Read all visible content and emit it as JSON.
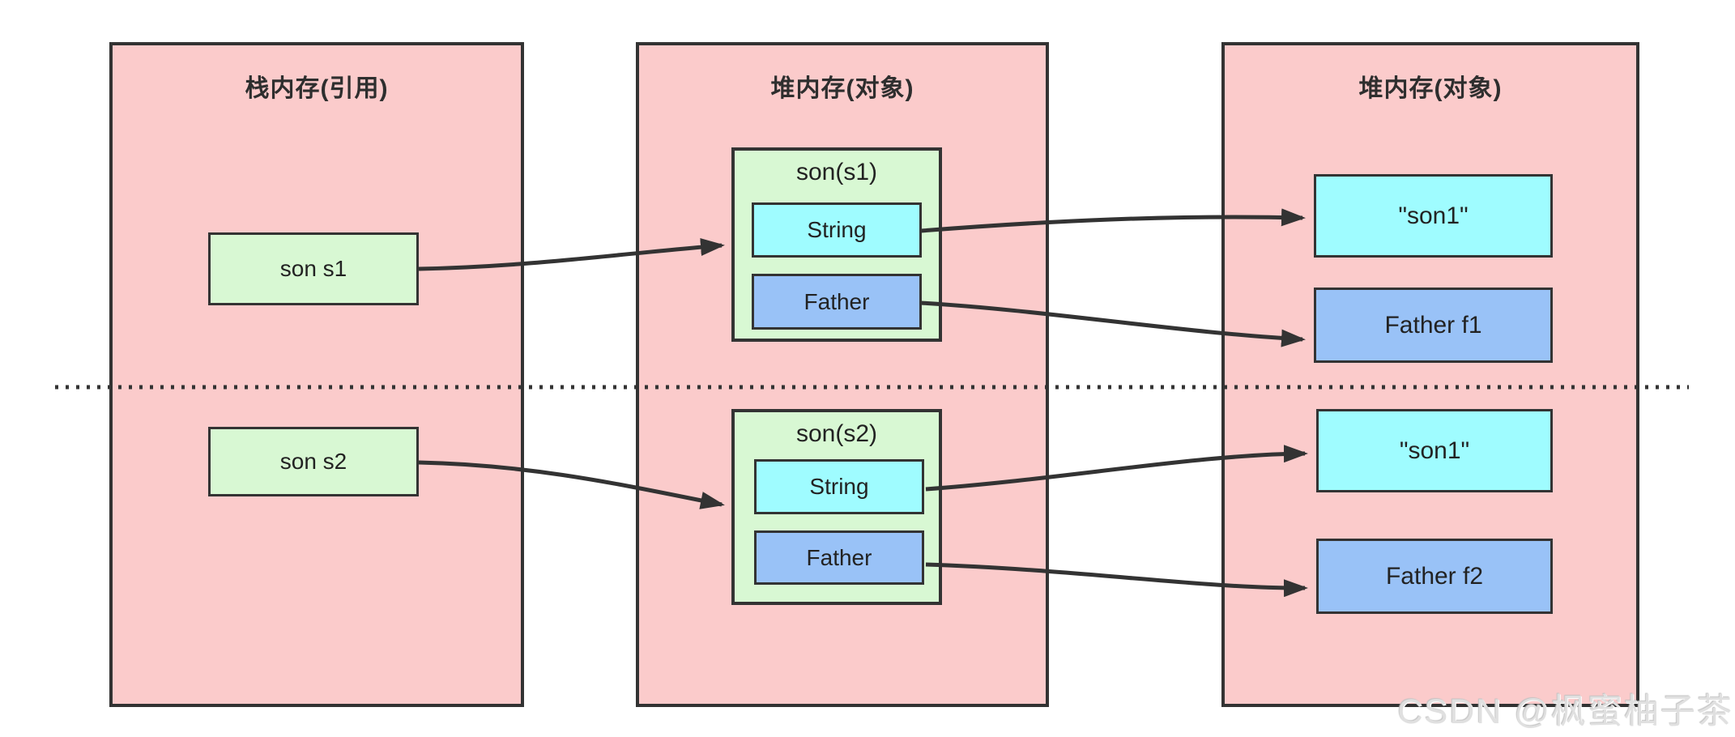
{
  "diagram": {
    "panels": {
      "stack": {
        "title": "栈内存(引用)"
      },
      "heap_objects_1": {
        "title": "堆内存(对象)"
      },
      "heap_objects_2": {
        "title": "堆内存(对象)"
      }
    },
    "stack_refs": {
      "s1": {
        "label": "son s1"
      },
      "s2": {
        "label": "son s2"
      }
    },
    "objects": {
      "son_s1": {
        "title": "son(s1)",
        "fields": {
          "string": "String",
          "father": "Father"
        }
      },
      "son_s2": {
        "title": "son(s2)",
        "fields": {
          "string": "String",
          "father": "Father"
        }
      }
    },
    "heap_values": {
      "string_1": {
        "label": "\"son1\""
      },
      "father_1": {
        "label": "Father f1"
      },
      "string_2": {
        "label": "\"son1\""
      },
      "father_2": {
        "label": "Father f2"
      }
    },
    "connections": [
      {
        "from": "son s1",
        "to": "son(s1)"
      },
      {
        "from": "son(s1) String",
        "to": "\"son1\" (upper)"
      },
      {
        "from": "son(s1) Father",
        "to": "Father f1"
      },
      {
        "from": "son s2",
        "to": "son(s2)"
      },
      {
        "from": "son(s2) String",
        "to": "\"son1\" (lower)"
      },
      {
        "from": "son(s2) Father",
        "to": "Father f2"
      }
    ],
    "colors": {
      "panel_fill": "#FBCBCB",
      "reference_fill": "#D8F8D3",
      "string_fill": "#9FFCFF",
      "father_fill": "#99C2F7",
      "border": "#333333",
      "arrow": "#333333"
    },
    "watermark": "CSDN @枫蜜柚子茶"
  }
}
